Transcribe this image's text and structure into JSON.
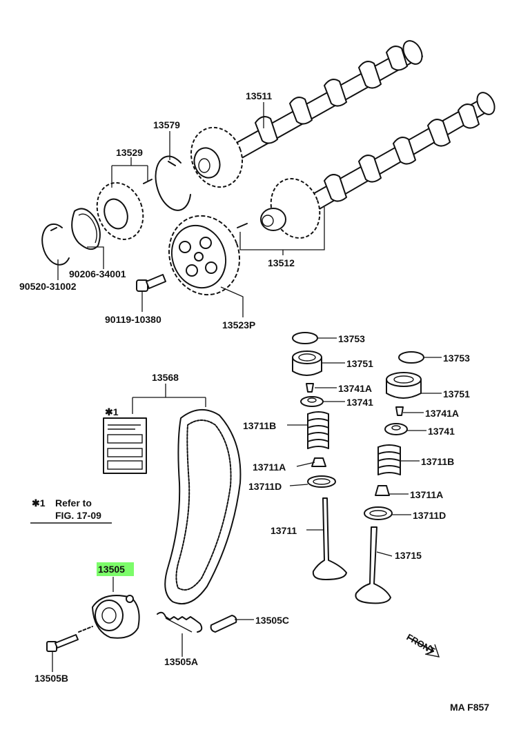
{
  "labels": {
    "p13511": "13511",
    "p13579": "13579",
    "p13529": "13529",
    "p90206": "90206-34001",
    "p90520": "90520-31002",
    "p90119": "90119-10380",
    "p13523": "13523P",
    "p13512": "13512",
    "p13753a": "13753",
    "p13751a": "13751",
    "p13741Aa": "13741A",
    "p13741a": "13741",
    "p13711Ba": "13711B",
    "p13711Aa": "13711A",
    "p13711Da": "13711D",
    "p13711": "13711",
    "p13753b": "13753",
    "p13751b": "13751",
    "p13741Ab": "13741A",
    "p13741b": "13741",
    "p13711Bb": "13711B",
    "p13711Ab": "13711A",
    "p13711Db": "13711D",
    "p13715": "13715",
    "p13568": "13568",
    "p13505": "13505",
    "p13505C": "13505C",
    "p13505A": "13505A",
    "p13505B": "13505B"
  },
  "notes": {
    "ref_mark": "✱1",
    "ref_line1": "Refer to",
    "ref_line2": "FIG. 17-09",
    "front": "FRONT",
    "figure_code": "MA F857"
  },
  "highlight": {
    "part": "13505",
    "color": "#7CFC6A"
  }
}
